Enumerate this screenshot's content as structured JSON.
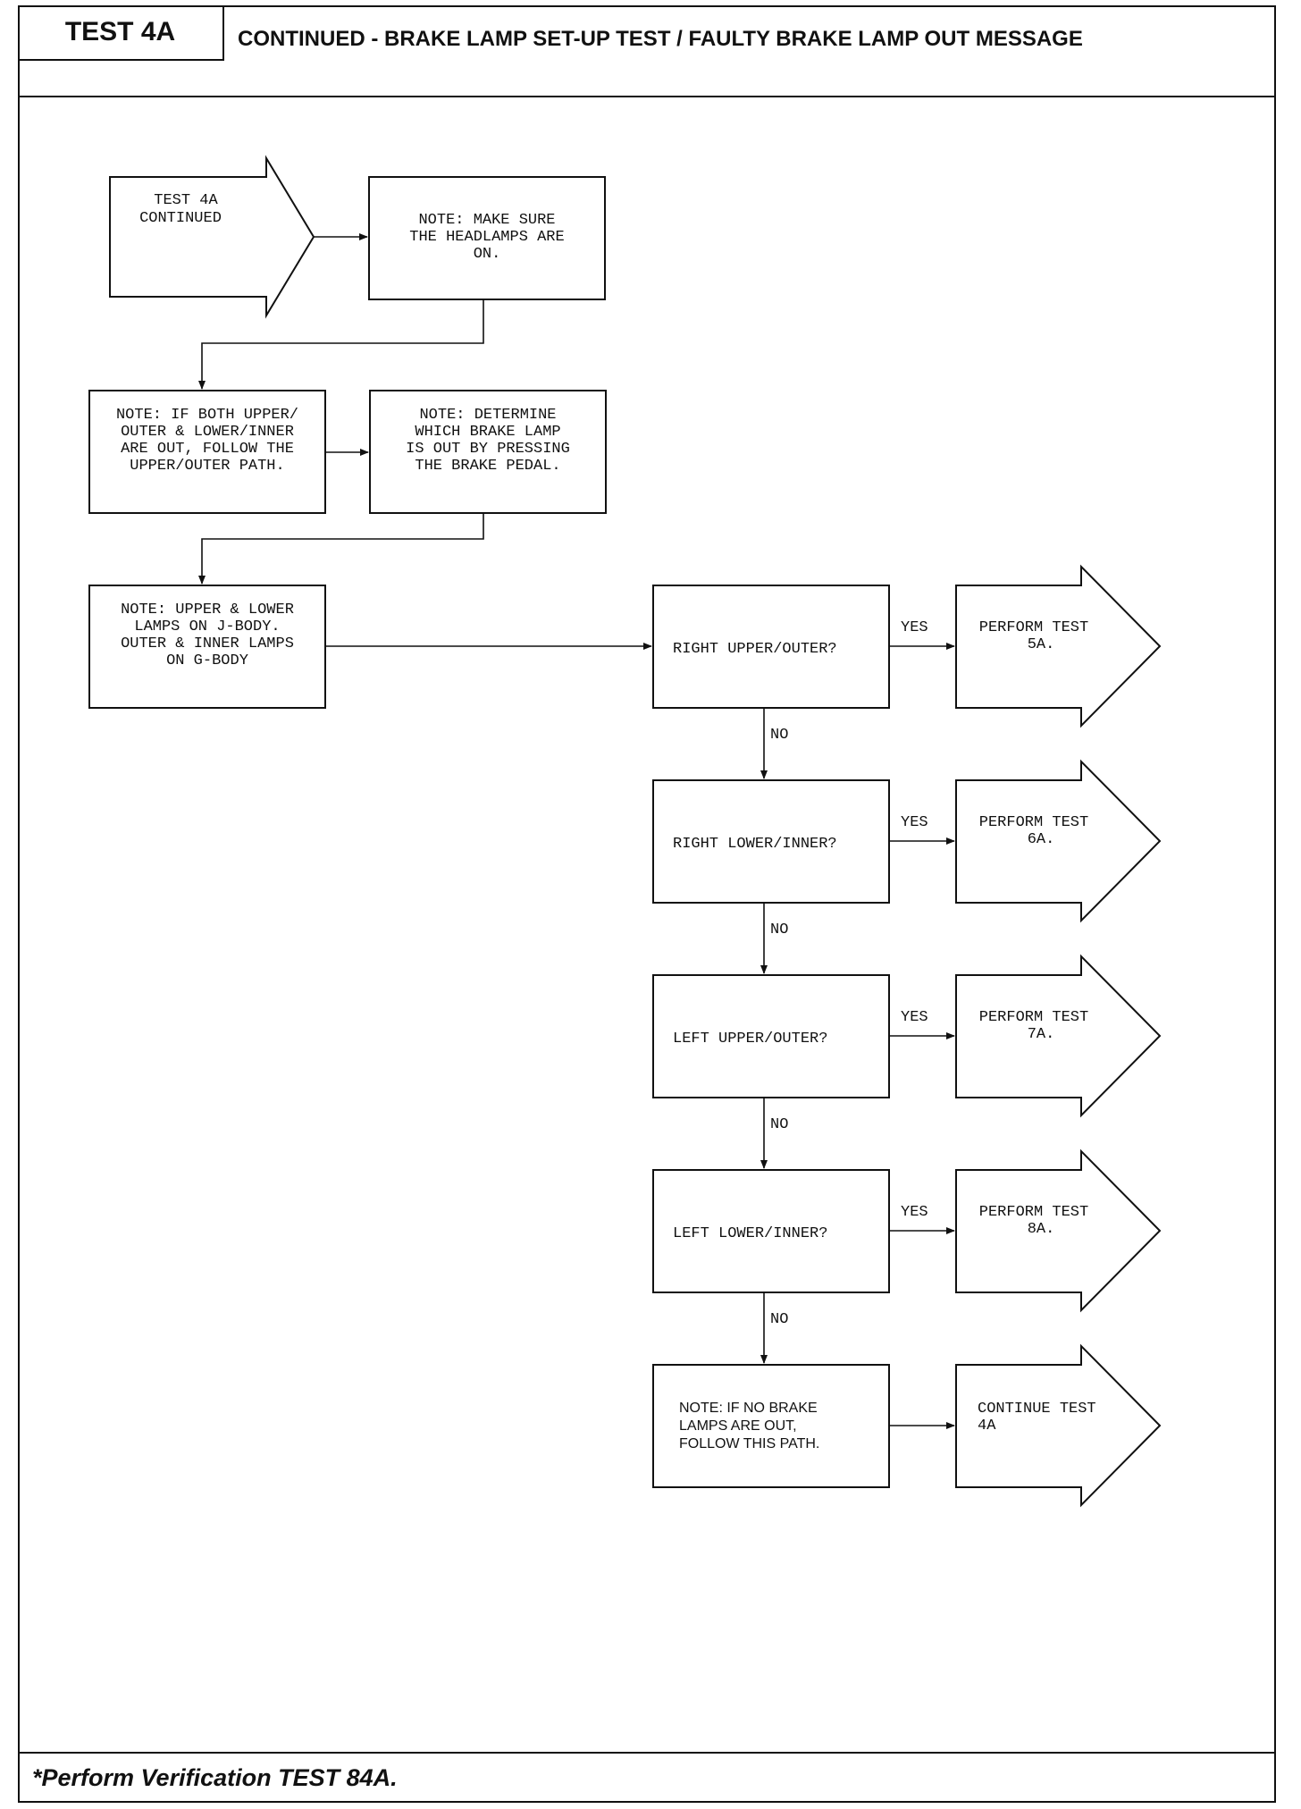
{
  "header": {
    "test_id": "TEST 4A",
    "title": "CONTINUED - BRAKE LAMP SET-UP TEST / FAULTY BRAKE LAMP OUT MESSAGE"
  },
  "flow": {
    "start": [
      "TEST 4A",
      "CONTINUED"
    ],
    "note_headlamps": [
      "NOTE: MAKE SURE",
      "THE HEADLAMPS ARE",
      "ON."
    ],
    "note_both_out": [
      "NOTE: IF BOTH UPPER/",
      "OUTER & LOWER/INNER",
      "ARE OUT, FOLLOW THE",
      "UPPER/OUTER PATH."
    ],
    "note_determine": [
      "NOTE: DETERMINE",
      "WHICH BRAKE LAMP",
      "IS OUT BY PRESSING",
      "THE BRAKE PEDAL."
    ],
    "note_bodies": [
      "NOTE: UPPER & LOWER",
      "LAMPS ON J-BODY.",
      "OUTER & INNER LAMPS",
      "ON G-BODY"
    ],
    "decisions": [
      {
        "question": "RIGHT UPPER/OUTER?",
        "yes": "YES",
        "no": "NO",
        "action": [
          "PERFORM TEST",
          "5A."
        ]
      },
      {
        "question": "RIGHT LOWER/INNER?",
        "yes": "YES",
        "no": "NO",
        "action": [
          "PERFORM TEST",
          "6A."
        ]
      },
      {
        "question": "LEFT UPPER/OUTER?",
        "yes": "YES",
        "no": "NO",
        "action": [
          "PERFORM TEST",
          "7A."
        ]
      },
      {
        "question": "LEFT LOWER/INNER?",
        "yes": "YES",
        "no": "NO",
        "action": [
          "PERFORM TEST",
          "8A."
        ]
      }
    ],
    "note_none_out": [
      "NOTE: IF NO BRAKE",
      "LAMPS ARE OUT,",
      "FOLLOW THIS PATH."
    ],
    "final_action": [
      "CONTINUE TEST",
      "4A"
    ]
  },
  "footer": {
    "text": "*Perform Verification TEST 84A."
  }
}
